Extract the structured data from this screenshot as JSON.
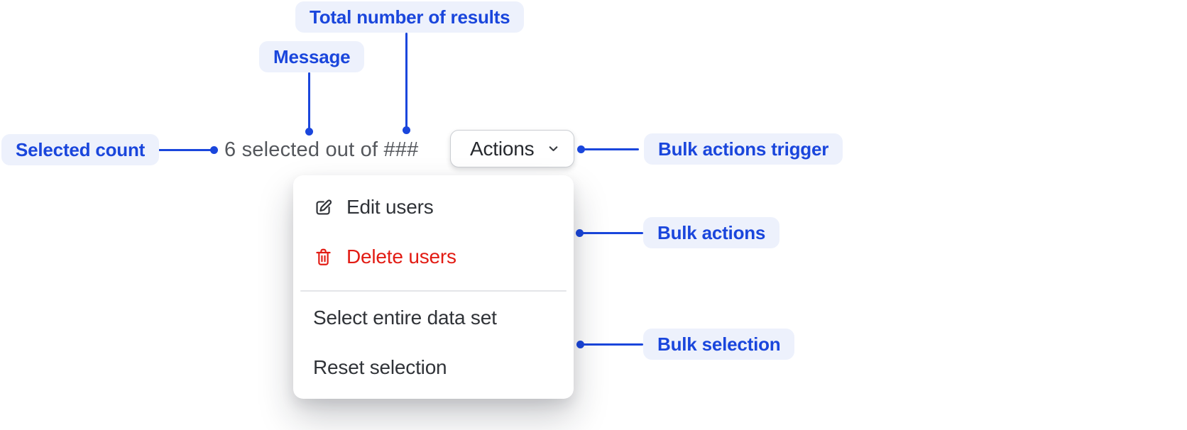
{
  "figure": {
    "kind": "component-anatomy-diagram",
    "component": "bulk-actions"
  },
  "annotations": {
    "total_results": "Total number of results",
    "message": "Message",
    "selected_count": "Selected count",
    "bulk_actions_trigger": "Bulk actions trigger",
    "bulk_actions": "Bulk actions",
    "bulk_selection": "Bulk selection"
  },
  "component": {
    "selection_message": "6 selected out of ###",
    "actions_button": {
      "label": "Actions",
      "icon": "chevron-down-icon"
    },
    "menu": {
      "bulk_action_items": [
        {
          "label": "Edit users",
          "icon": "edit-icon",
          "tone": "default"
        },
        {
          "label": "Delete users",
          "icon": "trash-icon",
          "tone": "critical"
        }
      ],
      "bulk_selection_items": [
        {
          "label": "Select entire data set"
        },
        {
          "label": "Reset selection"
        }
      ]
    }
  },
  "colors": {
    "accent_blue": "#1a46dc",
    "label_pill_bg": "#edf1fc",
    "text_dark": "#303338",
    "text_muted": "#54575c",
    "critical_red": "#e21c14",
    "divider": "#e4e5e8",
    "button_border": "#cbced3",
    "surface": "#ffffff"
  }
}
